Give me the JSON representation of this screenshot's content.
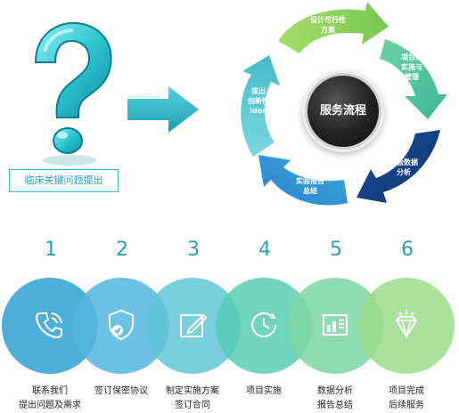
{
  "question": {
    "caption": "临床关键问题提出"
  },
  "cycle": {
    "center": "服务流程",
    "stages": [
      {
        "line1": "设计可行性",
        "line2": "方案"
      },
      {
        "line1": "项目的",
        "line2": "实施与",
        "line3": "管理"
      },
      {
        "line1": "实验数据",
        "line2": "分析"
      },
      {
        "line1": "实验报告",
        "line2": "总结"
      },
      {
        "line1": "提出",
        "line2": "创新性",
        "line3": "idea"
      }
    ]
  },
  "steps": [
    {
      "num": "1",
      "line1": "联系我们",
      "line2": "提出问题及需求",
      "icon": "phone-icon",
      "color": "#3aa6d6"
    },
    {
      "num": "2",
      "line1": "签订保密协议",
      "line2": "",
      "icon": "shield-check-icon",
      "color": "#52b6e0"
    },
    {
      "num": "3",
      "line1": "制定实施方案",
      "line2": "签订合同",
      "icon": "edit-icon",
      "color": "#62c6d8"
    },
    {
      "num": "4",
      "line1": "项目实施",
      "line2": "",
      "icon": "clock-icon",
      "color": "#57ccb4"
    },
    {
      "num": "5",
      "line1": "数据分析",
      "line2": "报告总结",
      "icon": "report-icon",
      "color": "#7dd6a4"
    },
    {
      "num": "6",
      "line1": "项目完成",
      "line2": "后续服务",
      "icon": "diamond-icon",
      "color": "#9bdc8c"
    }
  ]
}
